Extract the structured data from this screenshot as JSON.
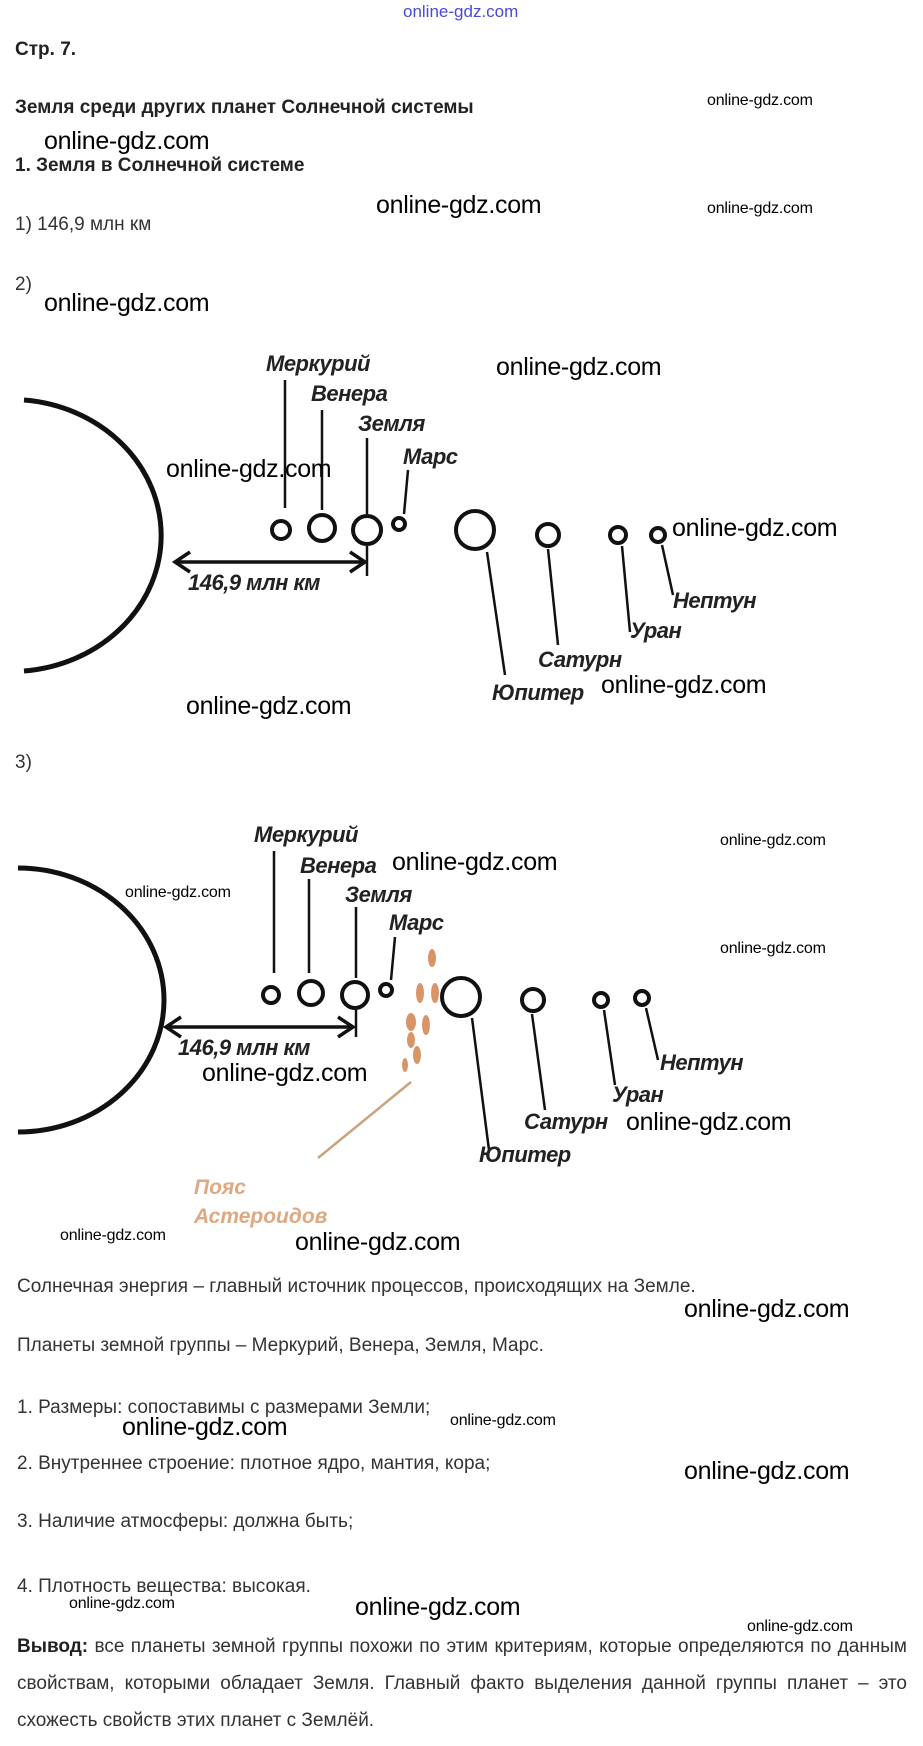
{
  "header": {
    "page": "Стр. 7.",
    "title": "Земля среди других планет Солнечной системы",
    "section": "1. Земля в Солнечной системе"
  },
  "answers": {
    "a1": "1) 146,9 млн км",
    "a2": "2)",
    "a3": "3)"
  },
  "diagram": {
    "distance": "146,9 млн км",
    "planets": [
      "Меркурий",
      "Венера",
      "Земля",
      "Марс",
      "Юпитер",
      "Сатурн",
      "Уран",
      "Нептун"
    ],
    "belt_line1": "Пояс",
    "belt_line2": "Астероидов"
  },
  "text": {
    "energy": "Солнечная энергия – главный источник процессов, происходящих на Земле.",
    "group": "Планеты земной группы – Меркурий, Венера, Земля, Марс.",
    "c1": "1. Размеры: сопоставимы с размерами Земли;",
    "c2": "2. Внутреннее строение: плотное ядро, мантия, кора;",
    "c3": "3. Наличие атмосферы: должна быть;",
    "c4": "4. Плотность вещества: высокая.",
    "conclusion_label": "Вывод:",
    "conclusion": " все планеты земной группы похожи по этим критериям, которые определяются по данным свойствам, которыми обладает Земля. Главный факто выделения данной группы планет – это схожесть свойств этих планет с Землёй."
  },
  "watermark": "online-gdz.com",
  "colors": {
    "asteroids": "#d9956a",
    "watermark_top": "#4a4ad8"
  }
}
